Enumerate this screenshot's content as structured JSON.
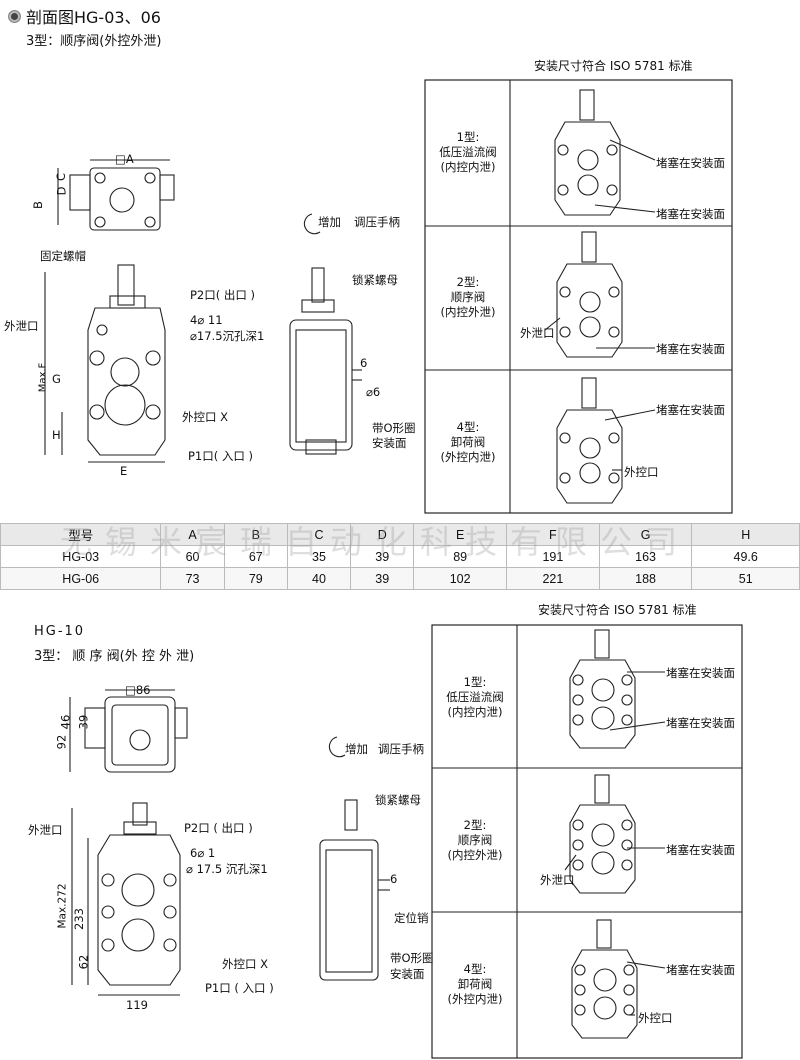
{
  "section1": {
    "title": "剖面图HG-03、06",
    "subtitle": "3型：顺序阀(外控外泄)",
    "iso_note": "安装尺寸符合 ISO 5781 标准",
    "drawing_labels": {
      "dim_a": "□A",
      "dim_b": "B",
      "dim_c": "C",
      "dim_d": "D",
      "fixing_nut": "固定螺帽",
      "p2_port": "P2口( 出口 )",
      "drain_port": "外泄口",
      "holes": "4⌀ 11",
      "counterbore": "⌀17.5沉孔深1",
      "max_f": "Max.F",
      "g": "G",
      "h": "H",
      "ext_pilot": "外控口 X",
      "p1_port": "P1口( 入口 )",
      "e": "E",
      "increase": "增加",
      "handle": "调压手柄",
      "lock_nut": "锁紧螺母",
      "six": "6",
      "phi6": "⌀6",
      "oring1": "带O形圈",
      "oring2": "安装面"
    },
    "types": [
      {
        "label": [
          "1型:",
          "低压溢流阀",
          "(内控内泄)"
        ],
        "notes": [
          "堵塞在安装面",
          "堵塞在安装面"
        ]
      },
      {
        "label": [
          "2型:",
          "顺序阀",
          "(内控外泄)"
        ],
        "notes": [
          "外泄口",
          "堵塞在安装面"
        ]
      },
      {
        "label": [
          "4型:",
          "卸荷阀",
          "(外控内泄)"
        ],
        "notes": [
          "堵塞在安装面",
          "外控口"
        ]
      }
    ]
  },
  "table": {
    "headers": [
      "型号",
      "A",
      "B",
      "C",
      "D",
      "E",
      "F",
      "G",
      "H"
    ],
    "rows": [
      [
        "HG-03",
        "60",
        "67",
        "35",
        "39",
        "89",
        "191",
        "163",
        "49.6"
      ],
      [
        "HG-06",
        "73",
        "79",
        "40",
        "39",
        "102",
        "221",
        "188",
        "51"
      ]
    ],
    "watermark": "无锡米宸瑞自动化科技有限公司"
  },
  "section2": {
    "title": "HG-10",
    "subtitle": "3型： 顺 序 阀(外 控 外 泄)",
    "iso_note": "安装尺寸符合 ISO 5781 标准",
    "drawing_labels": {
      "dim86": "□86",
      "d46": "46",
      "d39": "39",
      "d92": "92",
      "drain_port": "外泄口",
      "p2_port": "P2口 ( 出口 )",
      "holes": "6⌀ 1",
      "counterbore": "⌀ 17.5 沉孔深1",
      "max272": "Max.272",
      "d233": "233",
      "d62": "62",
      "ext_pilot": "外控口 X",
      "p1_port": "P1口 ( 入口 )",
      "d119": "119",
      "increase": "增加",
      "handle": "调压手柄",
      "lock_nut": "锁紧螺母",
      "six": "6",
      "locating_pin": "定位销",
      "oring1": "带O形圈",
      "oring2": "安装面"
    },
    "types": [
      {
        "label": [
          "1型:",
          "低压溢流阀",
          "(内控内泄)"
        ],
        "notes": [
          "堵塞在安装面",
          "堵塞在安装面"
        ]
      },
      {
        "label": [
          "2型:",
          "顺序阀",
          "(内控外泄)"
        ],
        "notes": [
          "外泄口",
          "堵塞在安装面"
        ]
      },
      {
        "label": [
          "4型:",
          "卸荷阀",
          "(外控内泄)"
        ],
        "notes": [
          "堵塞在安装面",
          "外控口"
        ]
      }
    ]
  }
}
